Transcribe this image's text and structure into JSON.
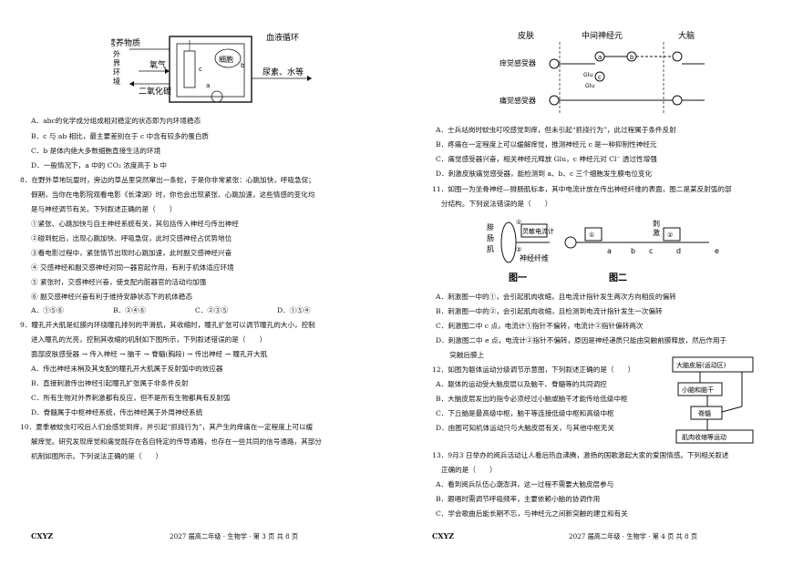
{
  "left": {
    "fig_labels": {
      "nutrients": "营养物质",
      "blood_circulation": "血液循环",
      "external_env": "外\n界\n环\n境",
      "oxygen": "氧气",
      "co2": "二氧化碳",
      "cell": "细胞",
      "urea_water": "尿素、水等",
      "a": "a",
      "b": "b",
      "c": "c"
    },
    "q7_options": [
      "A．abc的化学成分组成相对稳定的状态即为内环境稳态",
      "B．c 与 ab 相比，最主要差别在于 c 中含有较多的蛋白质",
      "C．b 是体内绝大多数细胞直接生活的环境",
      "D．一般情况下，a 中的 CO₂ 浓度高于 b 中"
    ],
    "q8_lines": [
      "8．在野外草地玩耍时，旁边的草丛里突然窜出一条蛇，于是你非常紧张：心跳加快，呼吸急促；",
      "假期，当你在电影院观看电影《长津湖》时，你也会出现紧张、心跳加速，这些情感的变化均",
      "是与神经调节有关。下列叙述正确的是（　　）",
      "①紧张、心跳加快与自主神经系统有关，其包括传入神经与传出神经",
      "②碰到蛇后，出现心跳加快、呼吸急促，此时交感神经占优势地位",
      "③看电影过程中，紧张情节出现时心跳加速，此时副交感神经兴奋",
      "④ 交感神经和副交感神经对同一器官起作用，有利于机体适应环境",
      "⑤ 紧张时，交感神经兴奋，使支配内脏器官的活动均加强",
      "⑥ 副交感神经兴奋有利于维持安静状态下的机体稳态"
    ],
    "q8_choices": [
      "A．①⑤⑥",
      "B．②④⑥",
      "C．②③⑤",
      "D．①⑤④"
    ],
    "q9_lines": [
      "9．瞳孔开大肌是虹膜内环绕瞳孔排列的平滑肌，其收缩时，瞳孔扩张可以调节瞳孔的大小，控制",
      "进入瞳孔的光亮，控制其收缩的机制如下图所示，下列叙述错误的是（　　）",
      "面部皮肤感受器 → 传入神经 → 脑干 → 脊髓(胸段) → 传出神经 → 瞳孔开大肌",
      "A．传出神经末梢及其支配的瞳孔开大肌属于反射弧中的效应器",
      "B．直接刺激传出神经引起瞳孔扩张属于非条件反射",
      "C．所有生物对外界刺激都有反应，但不是所有生物都具有反射弧",
      "D．脊髓属于中枢神经系统，传出神经属于外周神经系统"
    ],
    "q10_lines": [
      "10．夏季被蚊虫叮咬后人们会感觉到痒，并引起“抓挠行为”，其产生的痒痛在一定程度上可以缓",
      "解痒觉。研究发现痒觉和痛觉既存在各自特定的传导通路，也存在一些共同的信号通路，其部分",
      "机制如图所示。下列说法正确的是（　　）"
    ],
    "footer_brand": "CXYZ",
    "page_info": "2027 届高二年级 · 生物学 · 第 3 页 共 8 页"
  },
  "right": {
    "fig_labels": {
      "skin": "皮肤",
      "interneuron": "中间神经元",
      "brain": "大脑",
      "itch_receptor": "痒觉感受器",
      "pain_receptor": "痛觉感受器",
      "a": "a",
      "b": "b",
      "c": "c",
      "glu": "Glu",
      "glu2": "Glu"
    },
    "q10_options": [
      "A．士兵站岗时蚊虫叮咬感觉到痒，但未引起“抓挠行为”，此过程属于条件反射",
      "B．疼痛在一定程度上可以缓解痒觉，推测神经元 c 是一种抑制性神经元",
      "C．痛觉感受器兴奋，相关神经元释放 Glu，c 神经元对 Cl⁻ 透过性增强",
      "D．刺激皮肤痛觉感受器，能检测到 a、b、c 三个细胞发生膜电位变化"
    ],
    "q11_lines": [
      "11．如图一为坐骨神经—腓肠肌标本，其中电流计放在传出神经纤维的表面，图二是某反射弧的部",
      "分结构。下列说法错误的是（　　）"
    ],
    "fig11_labels": {
      "muscle": "腓\n肠\n肌",
      "meter": "灵敏电流计",
      "nerve_fiber": "神经纤维",
      "fig1": "图一",
      "fig2": "图二",
      "stimulus": "刺\n激",
      "a": "a",
      "b": "b",
      "c": "c",
      "d": "d",
      "e": "e",
      "n1": "①",
      "n2": "②"
    },
    "q11_options": [
      "A．刺激图一中的①，会引起肌肉收缩，且电流计指针发生两次方向相反的偏转",
      "B．刺激图一中的②，会引起肌肉收缩，且检测到电流计指针发生一次偏转",
      "C．刺激图二中 c 点，电流计①指针不偏转，电流计②指针偏转两次",
      "D．刺激图二中 e 点，电流计②指针不偏转，原因是神经递质只能由突触前膜释放，然后作用于",
      "　　突触后膜上"
    ],
    "q12_lines": [
      "12．如图为躯体运动分级调节示意图，下列叙述正确的是（　　）",
      "A．躯体的运动受大脑皮层以及脑干、脊髓等的共同调控",
      "B．大脑皮层发出的指令必须经过小脑或脑干才能传给低级中枢",
      "C．下丘脑是最高级中枢，脑干等连接低级中枢和高级中枢",
      "D．由图可知机体运动只与大脑皮层有关，与其他中枢无关"
    ],
    "flow_boxes": [
      "大脑皮层(运动区)",
      "小脑和脑干",
      "脊髓",
      "肌肉收缩等运动"
    ],
    "q13_lines": [
      "13．9月3 日举办的阅兵活动让人看后热血沸腾，激扬的国歌激起大家的爱国情感。下列相关叙述",
      "正确的是（　　）",
      "A．看到阅兵队伍心潮澎湃，这一过程不需要大脑皮层参与",
      "B．跟唱时需调节呼吸频率，主要依赖小脑的协调作用",
      "C．学会歌曲后能长期不忘，与神经元之间新突触的建立和有关"
    ],
    "footer_brand": "CXYZ",
    "page_info": "2027 届高二年级 · 生物学 · 第 4 页 共 8 页"
  }
}
